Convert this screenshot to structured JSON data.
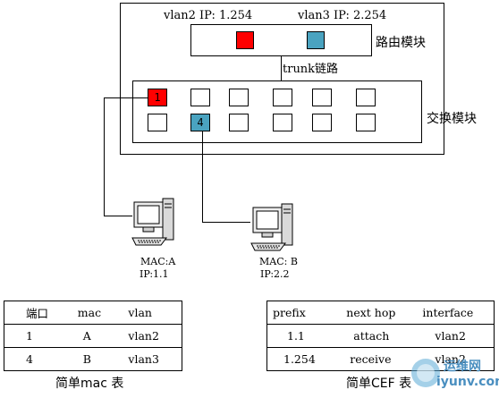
{
  "router": {
    "vlan2_ip": "vlan2 IP: 1.254",
    "vlan3_ip": "vlan3 IP: 2.254",
    "label": "路由模块",
    "vlan2_color": "#ff0000",
    "vlan3_color": "#4aa3c0"
  },
  "trunk_label": "trunk链路",
  "switch": {
    "label": "交换模块",
    "port1_label": "1",
    "port4_label": "4",
    "port1_color": "#ff0000",
    "port4_color": "#4aa3c0"
  },
  "pc_a": {
    "mac": "MAC:A",
    "ip": "IP:1.1",
    "icon": "computer-icon"
  },
  "pc_b": {
    "mac": "MAC: B",
    "ip": "IP:2.2",
    "icon": "computer-icon"
  },
  "mac_table": {
    "headers": [
      "端口",
      "mac",
      "vlan"
    ],
    "rows": [
      [
        "1",
        "A",
        "vlan2"
      ],
      [
        "4",
        "B",
        "vlan3"
      ]
    ],
    "caption": "简单mac 表"
  },
  "cef_table": {
    "headers": [
      "prefix",
      "next hop",
      "interface"
    ],
    "rows": [
      [
        "1.1",
        "attach",
        "vlan2"
      ],
      [
        "1.254",
        "receive",
        "vlan2"
      ]
    ],
    "caption": "简单CEF 表"
  },
  "watermark": {
    "line1": "运维网",
    "line2": "iyunv.com"
  }
}
